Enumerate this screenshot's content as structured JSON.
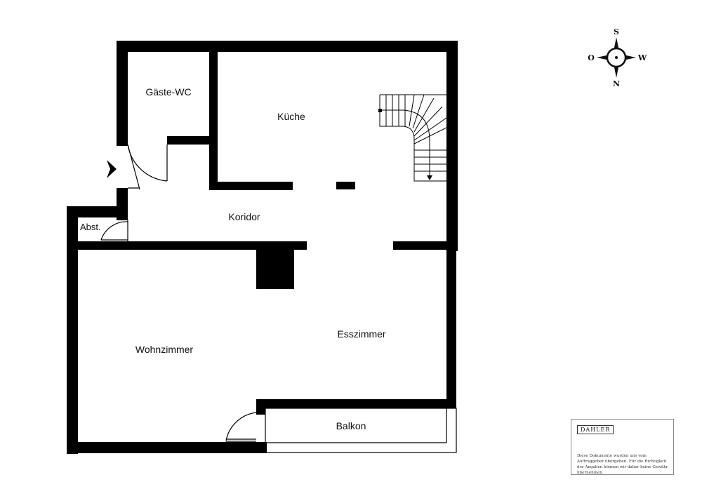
{
  "plan": {
    "rooms": {
      "guest_wc": "Gäste-WC",
      "kitchen": "Küche",
      "corridor": "Koridor",
      "storage": "Abst.",
      "living_room": "Wohnzimmer",
      "dining_room": "Esszimmer",
      "balcony": "Balkon"
    }
  },
  "compass": {
    "top": "S",
    "bottom": "N",
    "left": "O",
    "right": "W"
  },
  "legend": {
    "brand": "DAHLER",
    "note": "Diese Dokumente wurden uns vom Auftraggeber übergeben. Für die Richtigkeit der Angaben können wir daher keine Gewähr übernehmen."
  }
}
